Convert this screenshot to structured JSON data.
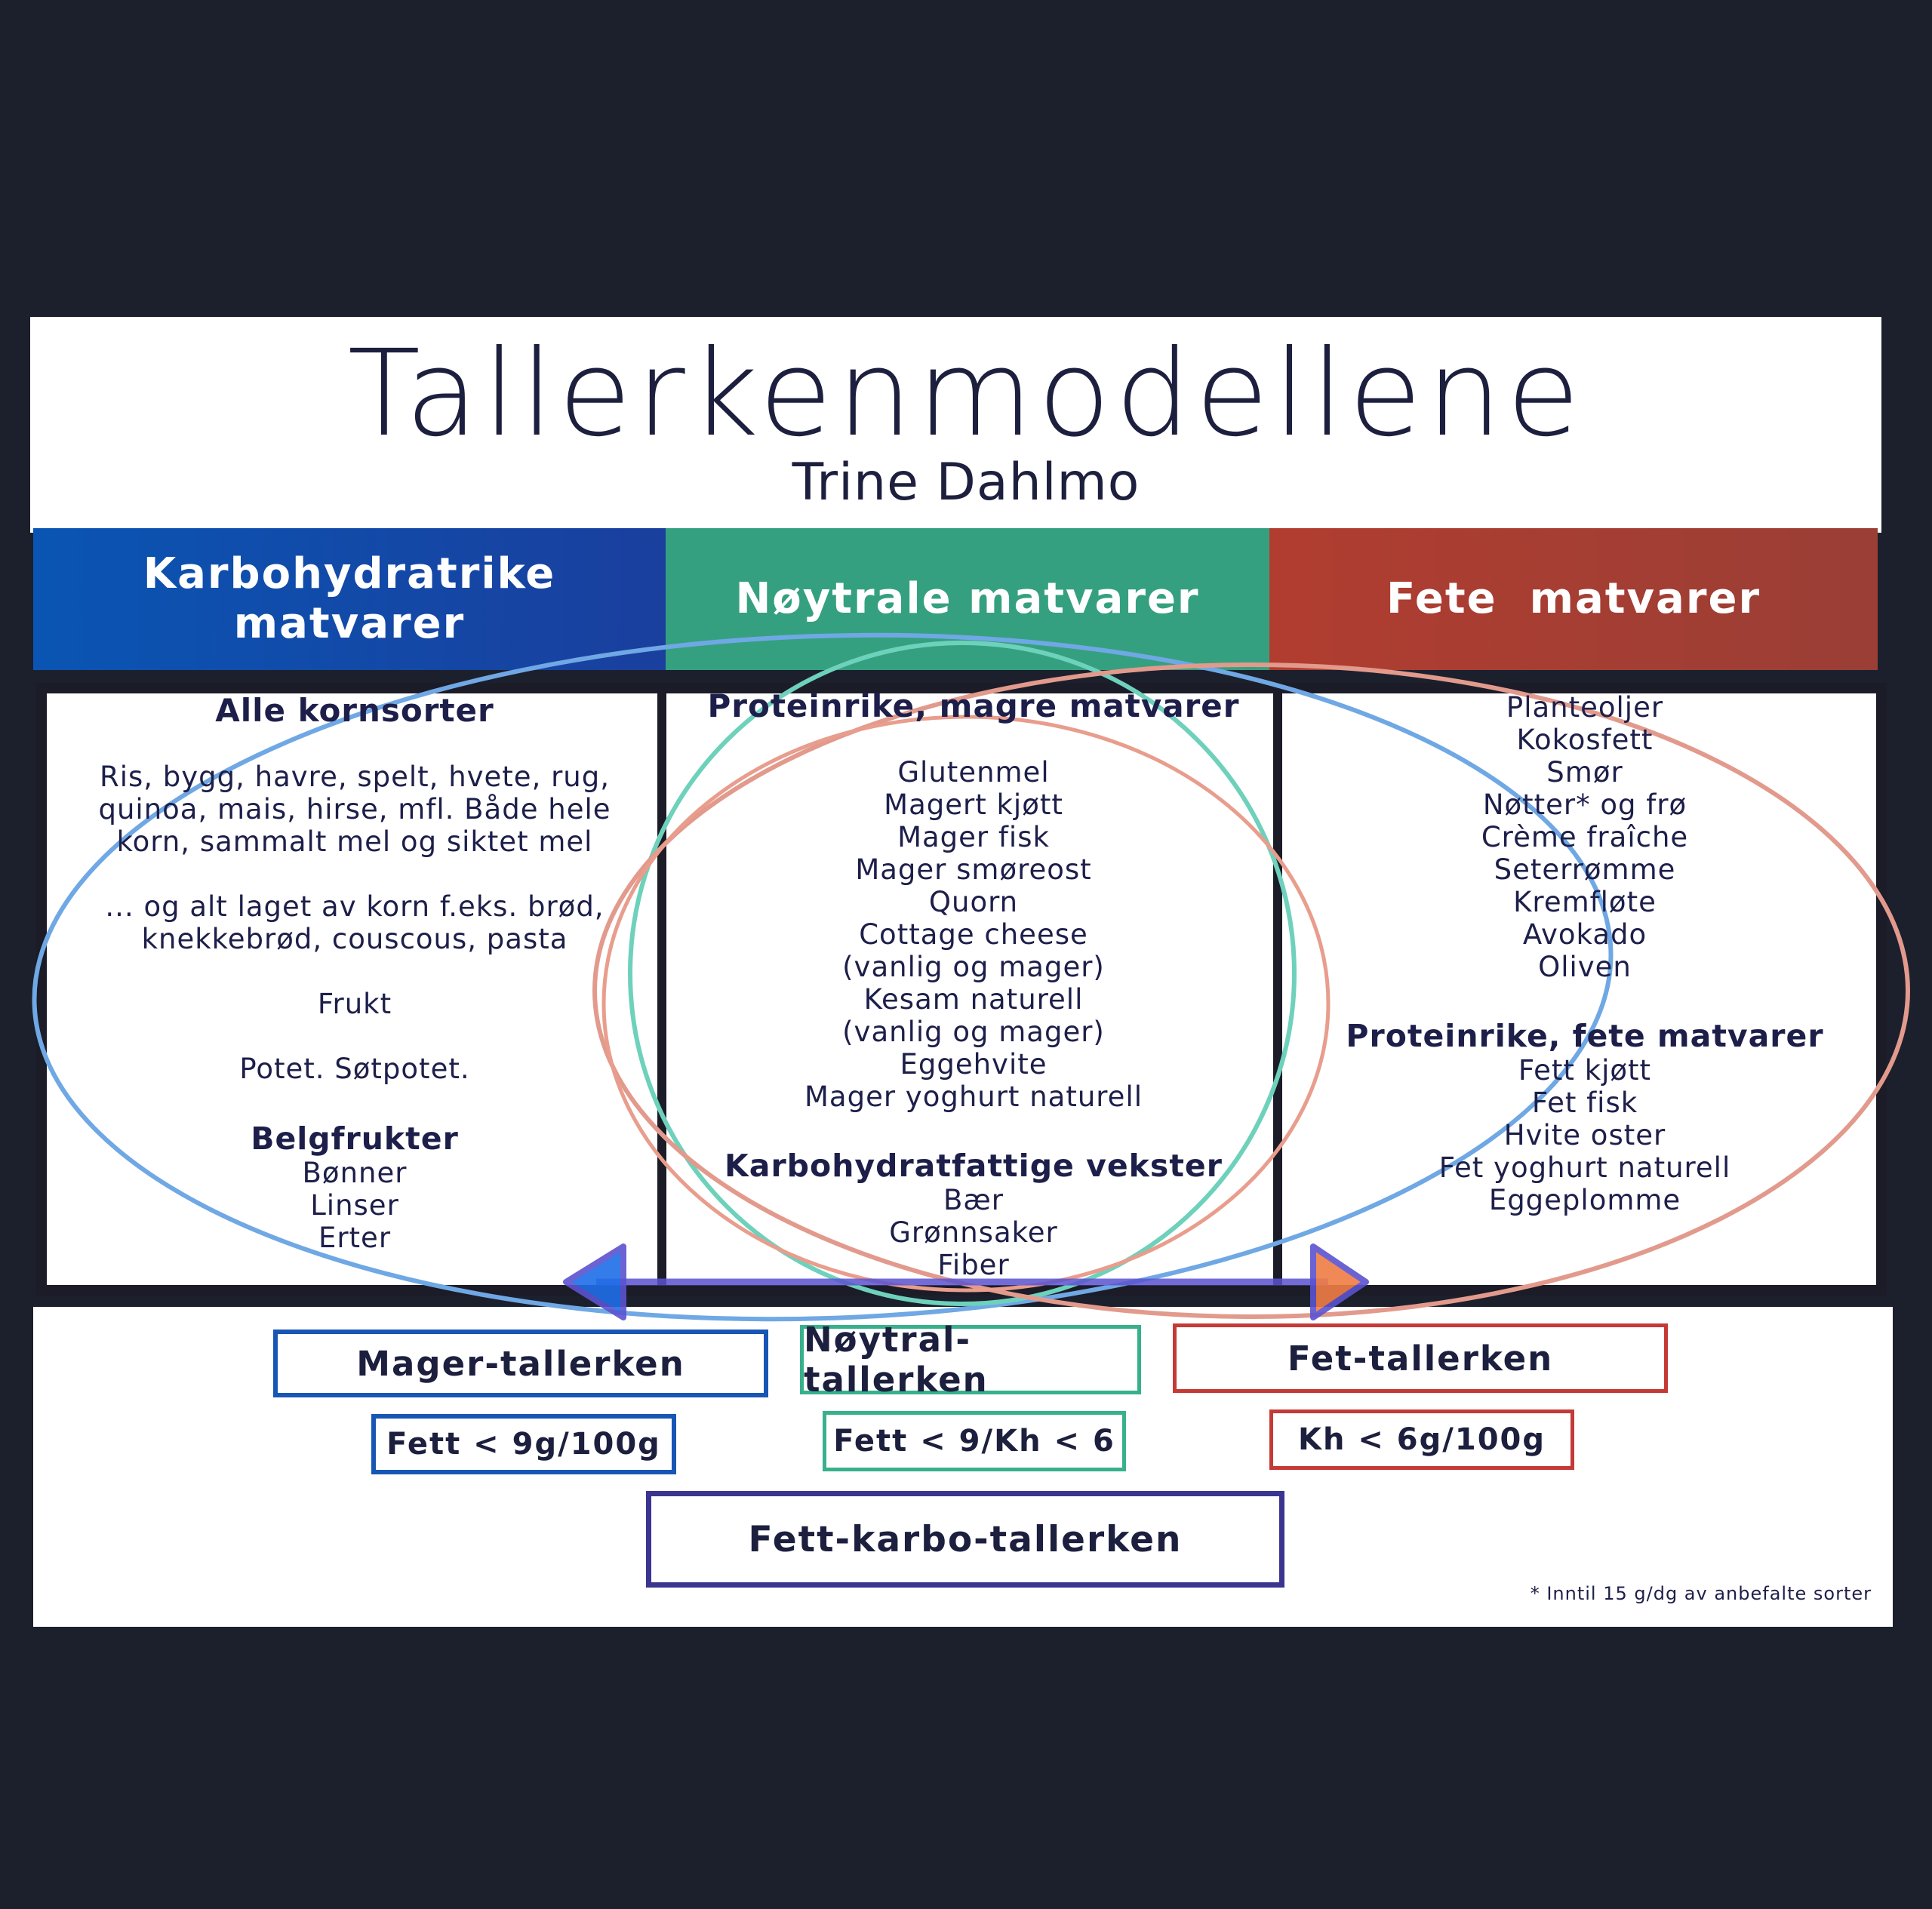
{
  "header": {
    "title": "Tallerkenmodellene",
    "subtitle": "Trine Dahlmo"
  },
  "categories": {
    "carb": "Karbohydratrike matvarer",
    "neutral": "Nøytrale matvarer",
    "fat": "Fete  matvarer"
  },
  "left_column": {
    "heading": "Alle kornsorter",
    "lines": [
      "Ris, bygg, havre, spelt, hvete, rug,",
      "quinoa, mais, hirse, mfl. Både hele",
      "korn, sammalt mel og siktet mel",
      "",
      "... og alt laget av korn f.eks. brød,",
      "knekkebrød, couscous, pasta",
      "",
      "Frukt",
      "",
      "Potet. Søtpotet.",
      ""
    ],
    "subheading": "Belgfrukter",
    "sublines": [
      "Bønner",
      "Linser",
      "Erter"
    ]
  },
  "middle_column": {
    "heading": "Proteinrike, magre matvarer",
    "lines": [
      "Glutenmel",
      "Magert kjøtt",
      "Mager fisk",
      "Mager smøreost",
      "Quorn",
      "Cottage cheese",
      "(vanlig og mager)",
      "Kesam naturell",
      "(vanlig og mager)",
      "Eggehvite",
      "Mager yoghurt naturell"
    ],
    "subheading": "Karbohydratfattige vekster",
    "sublines": [
      "Bær",
      "Grønnsaker",
      "Fiber"
    ]
  },
  "right_column": {
    "lines": [
      "Planteoljer",
      "Kokosfett",
      "Smør",
      "Nøtter* og frø",
      "Crème fraîche",
      "Seterrømme",
      "Kremfløte",
      "Avokado",
      "Oliven"
    ],
    "subheading": "Proteinrike, fete matvarer",
    "sublines": [
      "Fett kjøtt",
      "Fet fisk",
      "Hvite oster",
      "Fet yoghurt naturell",
      "Eggeplomme"
    ]
  },
  "plates": {
    "mager": "Mager-tallerken",
    "mager_rule": "Fett < 9g/100g",
    "noytral": "Nøytral-tallerken",
    "noytral_rule": "Fett < 9/Kh < 6",
    "fet": "Fet-tallerken",
    "fet_rule": "Kh < 6g/100g",
    "fett_karbo": "Fett-karbo-tallerken"
  },
  "footnote": "* Inntil 15 g/dg av anbefalte sorter",
  "colors": {
    "background": "#1c202c",
    "carb": "#0a55b3",
    "neutral": "#35a07f",
    "fat": "#b13d30",
    "text": "#1d1f3e",
    "arrow": "#5b53d0"
  }
}
